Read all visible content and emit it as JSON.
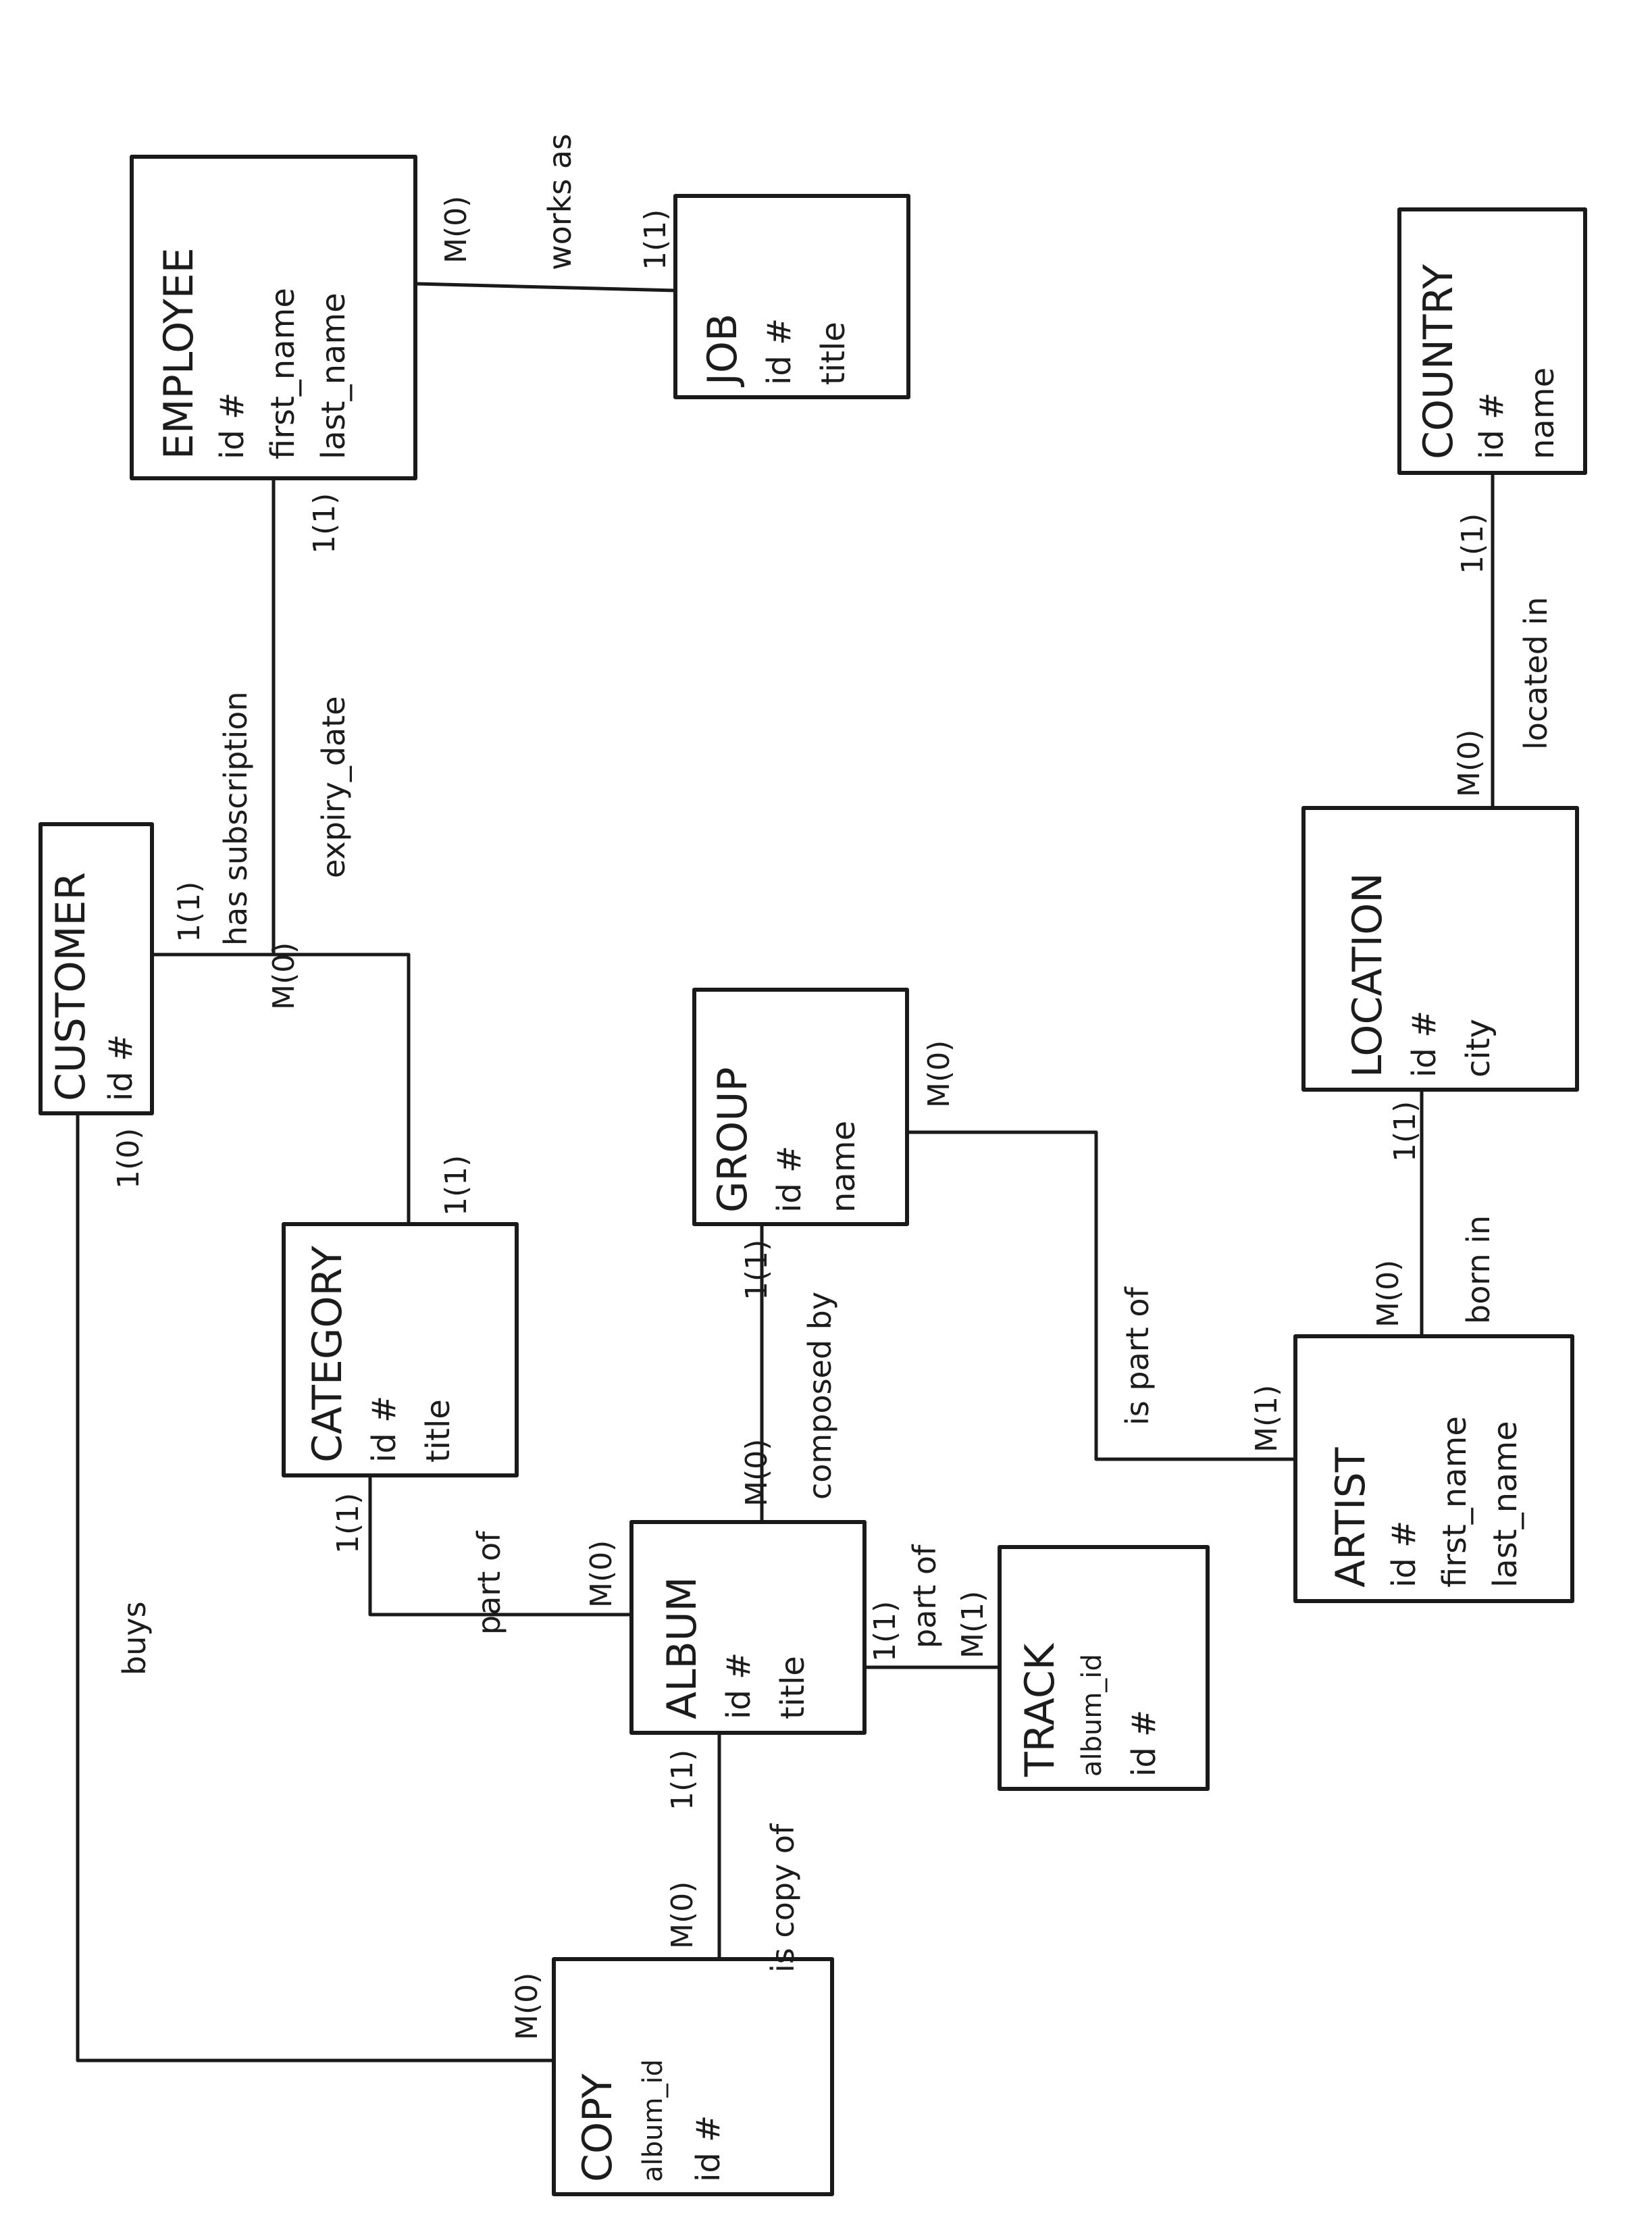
{
  "entities": {
    "employee": {
      "name": "EMPLOYEE",
      "attributes": [
        "id #",
        "first_name",
        "last_name"
      ]
    },
    "job": {
      "name": "JOB",
      "attributes": [
        "id #",
        "title"
      ]
    },
    "customer": {
      "name": "CUSTOMER",
      "attributes": [
        "id #"
      ]
    },
    "country": {
      "name": "COUNTRY",
      "attributes": [
        "id #",
        "name"
      ]
    },
    "category": {
      "name": "CATEGORY",
      "attributes": [
        "id #",
        "title"
      ]
    },
    "group": {
      "name": "GROUP",
      "attributes": [
        "id #",
        "name"
      ]
    },
    "location": {
      "name": "LOCATION",
      "attributes": [
        "id #",
        "city"
      ]
    },
    "album": {
      "name": "ALBUM",
      "attributes": [
        "id #",
        "title"
      ]
    },
    "track": {
      "name": "TRACK",
      "attributes": [
        "album_id",
        "id #"
      ]
    },
    "artist": {
      "name": "ARTIST",
      "attributes": [
        "id #",
        "first_name",
        "last_name"
      ]
    },
    "copy": {
      "name": "COPY",
      "attributes": [
        "album_id",
        "id #"
      ]
    }
  },
  "relationships": {
    "works_as": {
      "label": "works as",
      "card_a": "M(0)",
      "card_b": "1(1)"
    },
    "has_subscription": {
      "label": "has subscription",
      "label2": "expiry_date",
      "card_a": "1(1)",
      "card_b": "M(0)"
    },
    "employee_category": {
      "card_a": "1(1)",
      "card_b": "1(1)"
    },
    "located_in": {
      "label": "located in",
      "card_a": "M(0)",
      "card_b": "1(1)"
    },
    "buys": {
      "label": "buys",
      "card_a": "1(0)",
      "card_b": "M(0)"
    },
    "part_of": {
      "label": "part of",
      "card_a": "1(1)",
      "card_b": "M(0)"
    },
    "composed_by": {
      "label": "composed by",
      "card_a": "1(1)",
      "card_b": "M(0)"
    },
    "is_part_of": {
      "label": "is part of",
      "card_a": "M(0)",
      "card_b": "M(1)"
    },
    "born_in": {
      "label": "born in",
      "card_a": "M(0)",
      "card_b": "1(1)"
    },
    "track_part_of": {
      "label": "part of",
      "card_a": "1(1)",
      "card_b": "M(1)"
    },
    "is_copy_of": {
      "label": "is copy of",
      "card_a": "1(1)",
      "card_b": "M(0)"
    }
  }
}
